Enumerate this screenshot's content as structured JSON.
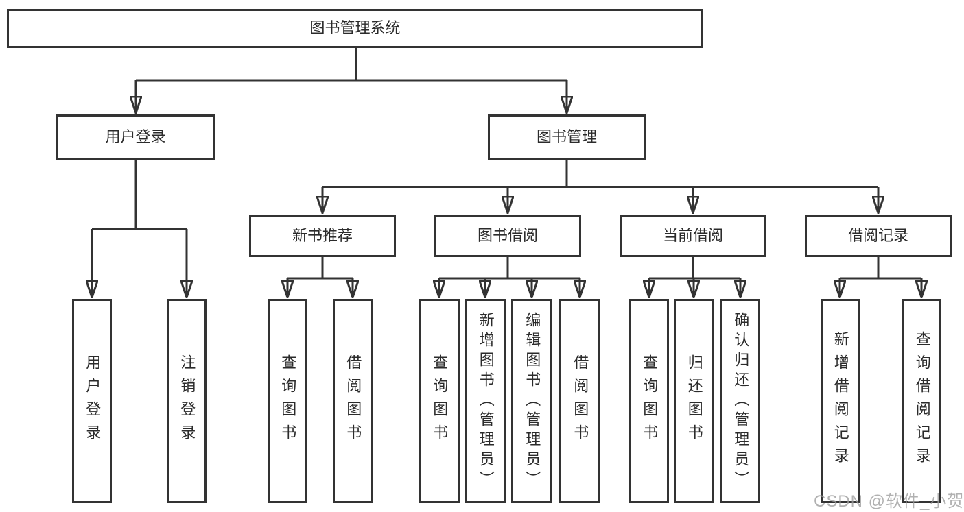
{
  "tree": {
    "root": "图书管理系统",
    "branches": [
      {
        "label": "用户登录",
        "children": [
          {
            "label": "用户登录"
          },
          {
            "label": "注销登录"
          }
        ]
      },
      {
        "label": "图书管理",
        "children": [
          {
            "label": "新书推荐",
            "children": [
              {
                "label": "查询图书"
              },
              {
                "label": "借阅图书"
              }
            ]
          },
          {
            "label": "图书借阅",
            "children": [
              {
                "label": "查询图书"
              },
              {
                "label": "新增图书（管理员）"
              },
              {
                "label": "编辑图书（管理员）"
              },
              {
                "label": "借阅图书"
              }
            ]
          },
          {
            "label": "当前借阅",
            "children": [
              {
                "label": "查询图书"
              },
              {
                "label": "归还图书"
              },
              {
                "label": "确认归还（管理员）"
              }
            ]
          },
          {
            "label": "借阅记录",
            "children": [
              {
                "label": "新增借阅记录"
              },
              {
                "label": "查询借阅记录"
              }
            ]
          }
        ]
      }
    ]
  },
  "watermark": {
    "text": "CSDN @软件_小贺同学"
  },
  "colors": {
    "line": "#333333",
    "text": "#2b2b2b",
    "watermark": "#9e9e9e",
    "background": "#ffffff"
  }
}
